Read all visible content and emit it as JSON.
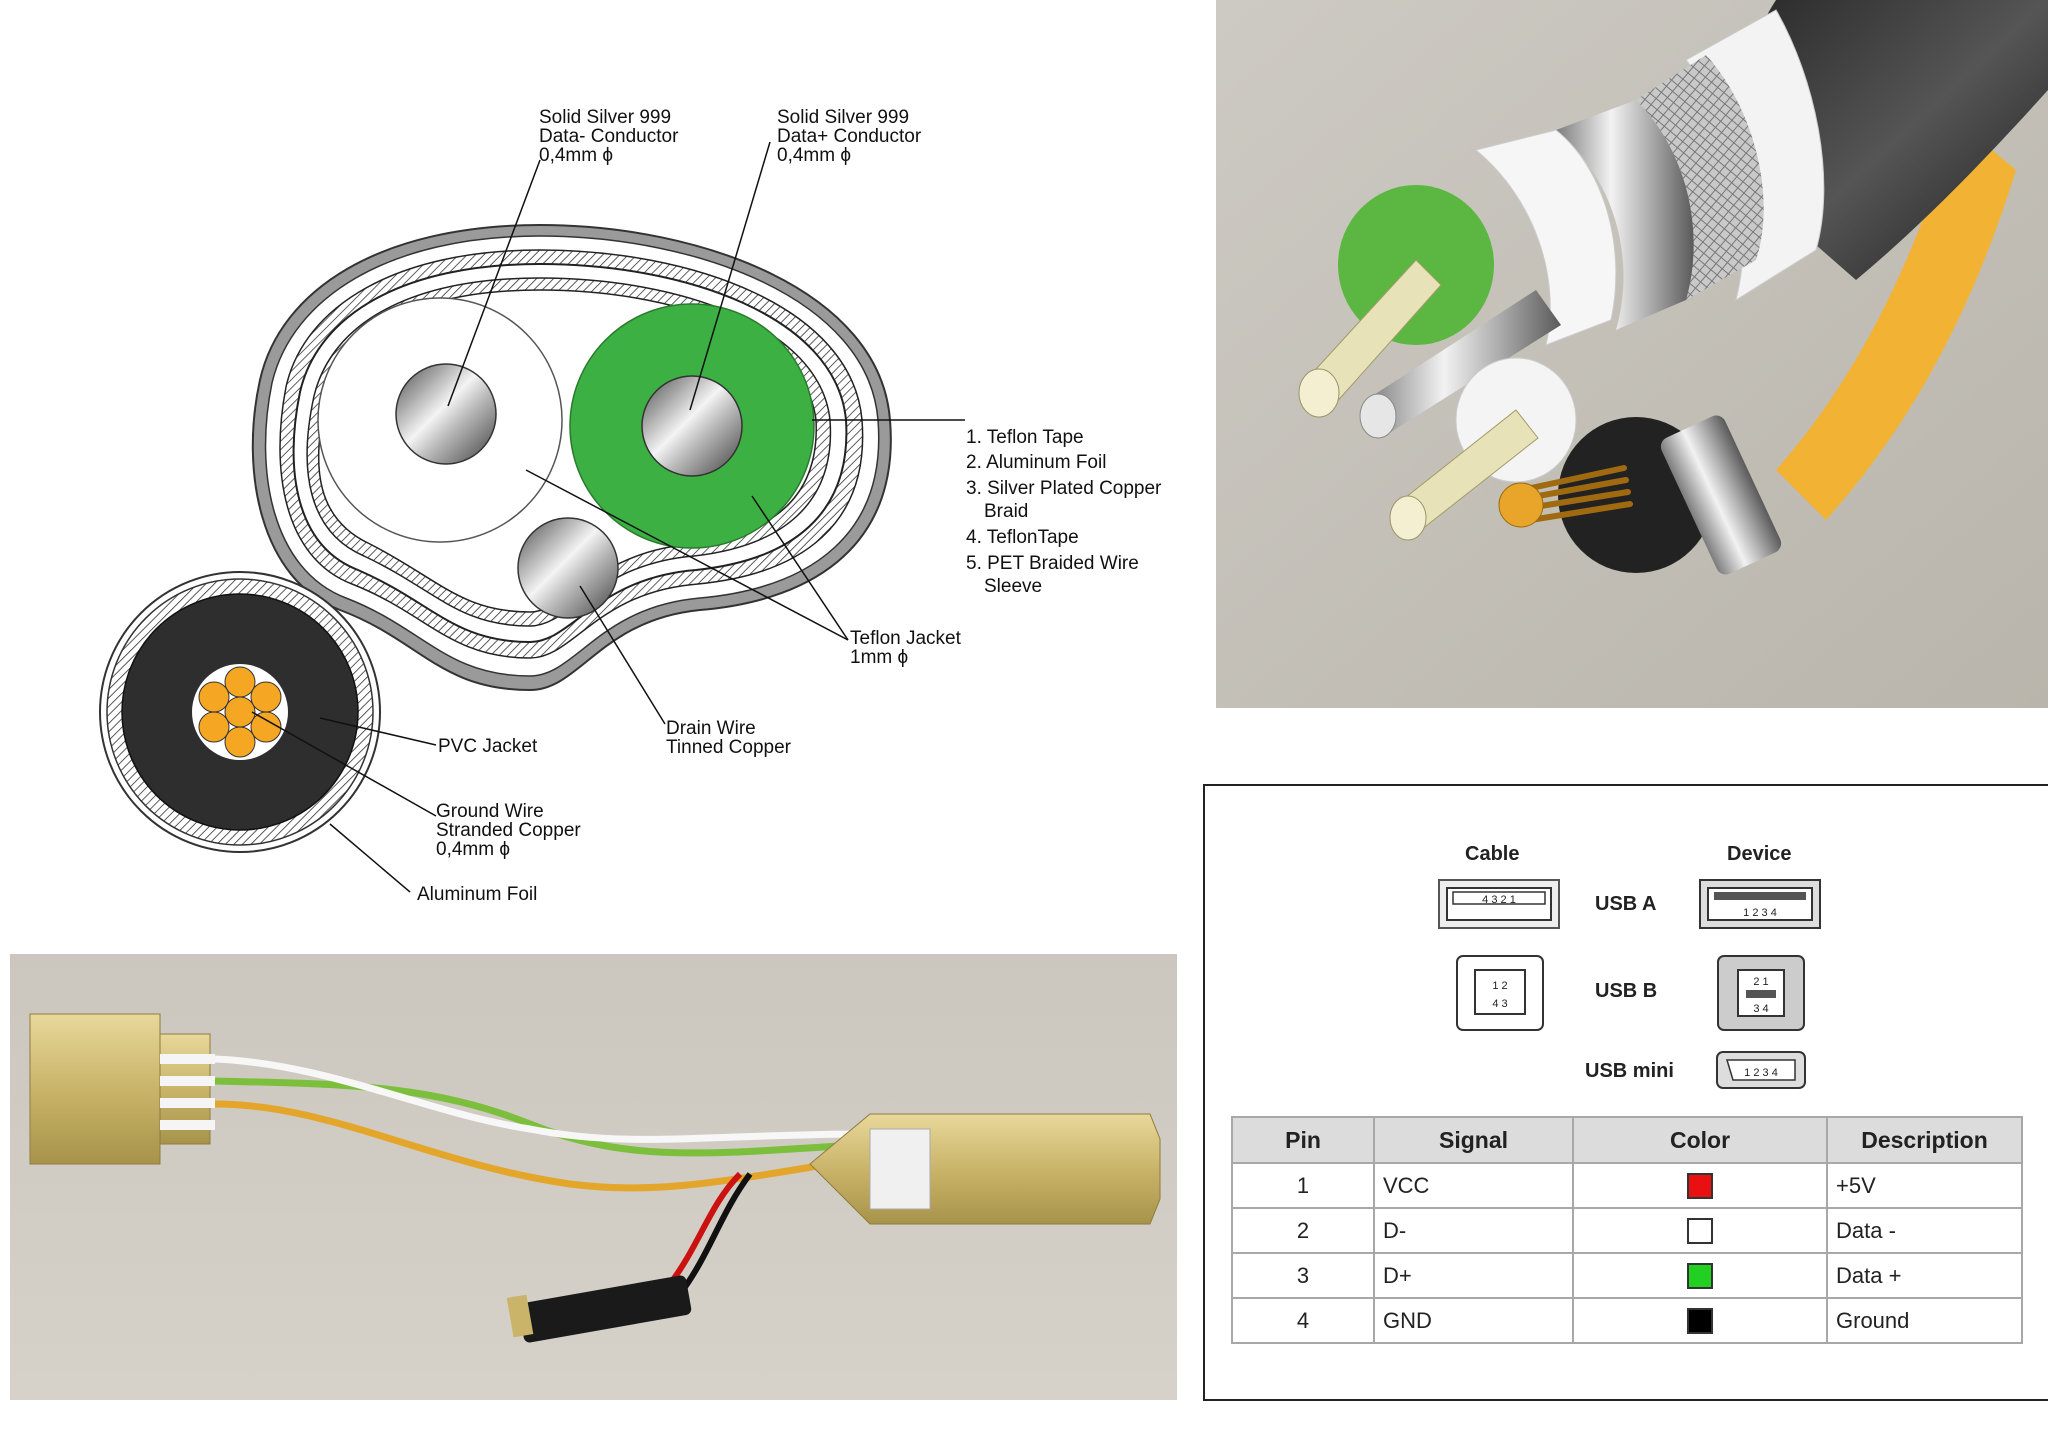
{
  "diagram": {
    "labels": {
      "data_minus": [
        "Solid Silver 999",
        "Data- Conductor",
        "0,4mm ϕ"
      ],
      "data_plus": [
        "Solid Silver 999",
        "Data+ Conductor",
        "0,4mm ϕ"
      ],
      "layers": [
        "1. Teflon Tape",
        "2. Aluminum Foil",
        "3. Silver Plated Copper",
        "Braid",
        "4. TeflonTape",
        "5. PET Braided Wire",
        "Sleeve"
      ],
      "teflon_jacket": [
        "Teflon Jacket",
        "1mm ϕ"
      ],
      "drain_wire": [
        "Drain Wire",
        "Tinned Copper"
      ],
      "pvc_jacket": "PVC Jacket",
      "ground_wire": [
        "Ground Wire",
        "Stranded Copper",
        "0,4mm ϕ"
      ],
      "aluminum_foil": "Aluminum Foil"
    },
    "colors": {
      "green": "#3cb043",
      "orange": "#f5a623",
      "dark_jacket": "#2e2e2e",
      "gray_sleeve": "#8c8c8c"
    }
  },
  "connectors": {
    "col_cable": "Cable",
    "col_device": "Device",
    "rows": [
      "USB A",
      "USB B",
      "USB mini"
    ],
    "usb_a_cable_pins": "4 3 2 1",
    "usb_a_device_pins": "1 2 3 4",
    "usb_b_pins_top": "1 2",
    "usb_b_pins_bottom": "4 3",
    "usb_b_device_top": "2 1",
    "usb_b_device_bottom": "3 4",
    "usb_mini_pins": "1 2 3 4"
  },
  "pin_table": {
    "headers": [
      "Pin",
      "Signal",
      "Color",
      "Description"
    ],
    "rows": [
      {
        "pin": "1",
        "signal": "VCC",
        "color": "#e81010",
        "description": "+5V"
      },
      {
        "pin": "2",
        "signal": "D-",
        "color": "#ffffff",
        "description": "Data -"
      },
      {
        "pin": "3",
        "signal": "D+",
        "color": "#22d022",
        "description": "Data +"
      },
      {
        "pin": "4",
        "signal": "GND",
        "color": "#000000",
        "description": "Ground"
      }
    ]
  }
}
